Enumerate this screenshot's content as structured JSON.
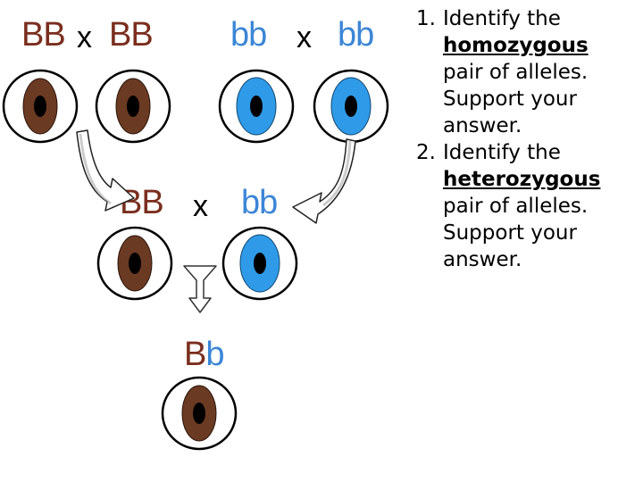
{
  "top_row": {
    "left_cross": {
      "parent1": "BB",
      "cross": "x",
      "parent2": "BB"
    },
    "right_cross": {
      "parent1": "bb",
      "cross": "x",
      "parent2": "bb"
    }
  },
  "middle_row": {
    "parent1": "BB",
    "cross": "x",
    "parent2": "bb"
  },
  "offspring": {
    "upper": "B",
    "lower": "b"
  },
  "colors": {
    "brown_text": "#7a2e1e",
    "blue_text": "#3c86d6",
    "brown_iris": "#6b3a22",
    "blue_iris": "#2f9be8"
  },
  "questions": [
    {
      "number": "1.",
      "line1": "Identify the",
      "keyword": "homozygous",
      "line3": "pair of alleles.",
      "line4": "Support your",
      "line5": "answer."
    },
    {
      "number": "2.",
      "line1": "Identify the",
      "keyword": "heterozygous",
      "line3": "pair of alleles.",
      "line4": "Support your",
      "line5": "answer."
    }
  ]
}
